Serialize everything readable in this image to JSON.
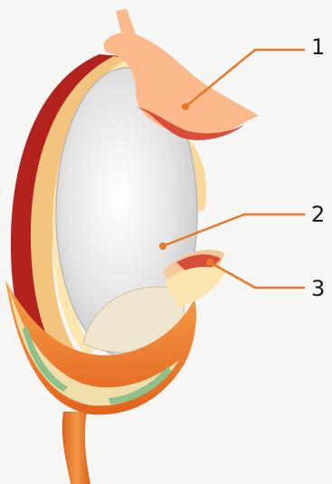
{
  "callouts": [
    {
      "number": "1"
    },
    {
      "number": "2"
    },
    {
      "number": "3"
    }
  ],
  "colors": {
    "background": "#f6f6f4",
    "leader_line": "#e8782a",
    "dot": "#e8782a",
    "outer_coat_dark": "#b3221c",
    "outer_coat_light": "#f2c47d",
    "inner_body": "#dcdcdc",
    "base_orange": "#f08a2a",
    "base_cream": "#f0deaa",
    "stripe_green": "#8fbf8a",
    "embryo": "#efe6cf",
    "flap_top": "#fbb98c",
    "stem": "#ef7a2b"
  }
}
